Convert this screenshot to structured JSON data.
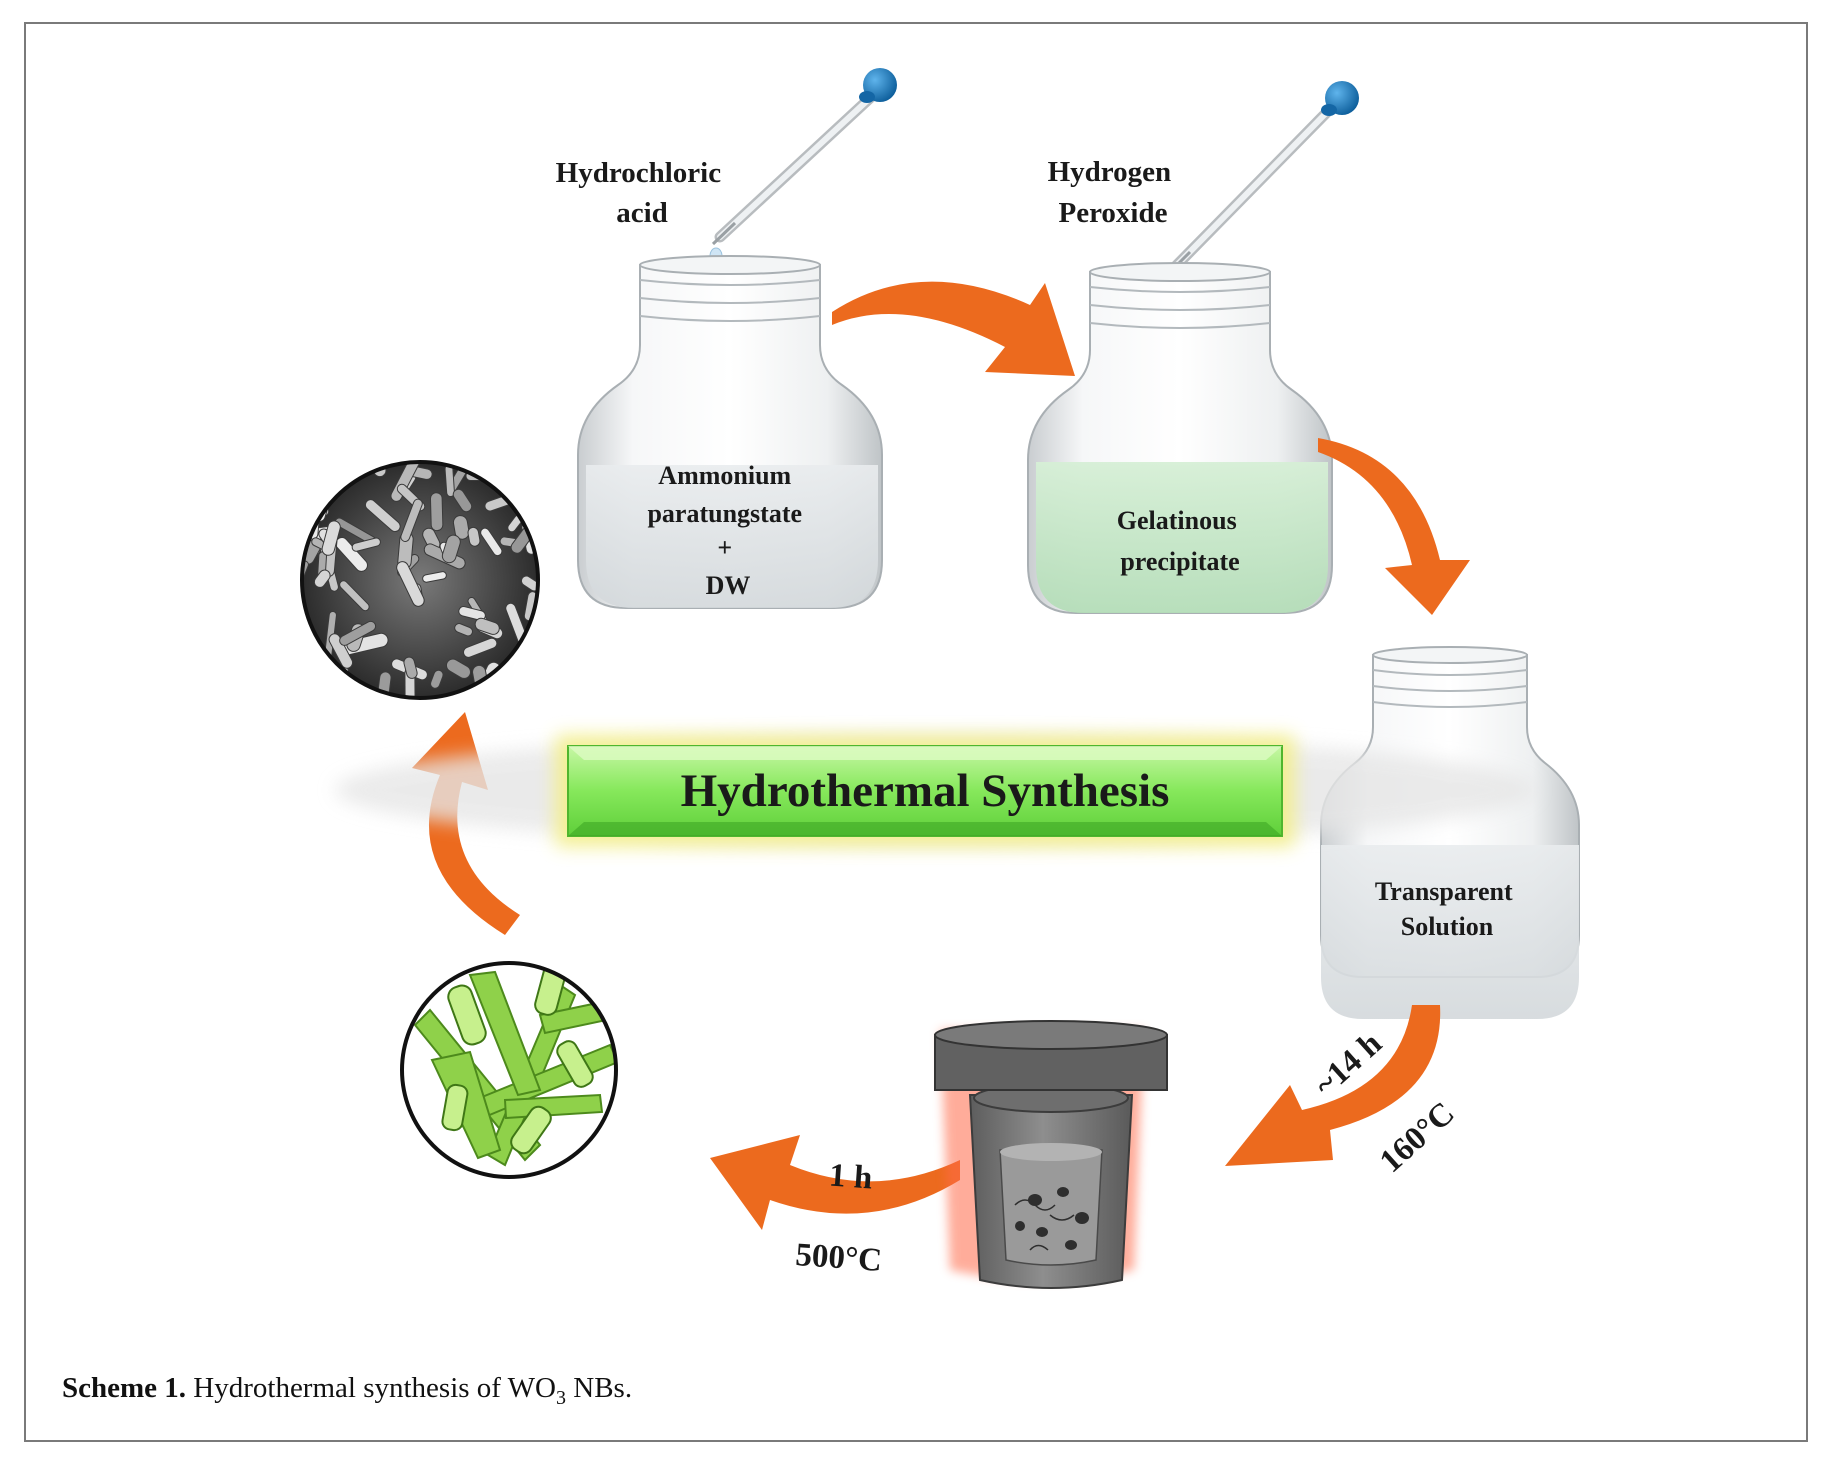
{
  "reagents": {
    "first": [
      "Hydrochloric",
      "acid"
    ],
    "second": [
      "Hydrogen",
      "Peroxide"
    ]
  },
  "jars": {
    "jar1": [
      "Ammonium",
      "paratungstate",
      "+",
      "DW"
    ],
    "jar2": [
      "Gelatinous",
      "precipitate"
    ],
    "jar3": [
      "Transparent",
      "Solution"
    ]
  },
  "title": "Hydrothermal Synthesis",
  "conditions": {
    "autoclave_time": "~14 h",
    "autoclave_temp": "160°C",
    "annealing_time": "1 h",
    "annealing_temp": "500°C"
  },
  "caption": {
    "label": "Scheme 1.",
    "text_before": "Hydrothermal synthesis of WO",
    "subscript": "3",
    "text_after": " NBs."
  },
  "colors": {
    "arrow": "#ec6a1e",
    "banner_green": "#7ee653",
    "banner_glow": "#f4f08a",
    "gel_green": "#c8e8c8",
    "nanorod_green": "#86c540",
    "pipette_bulb": "#1a7fc4"
  },
  "icons": [
    "pipette-icon",
    "glass-jar-icon",
    "autoclave-icon",
    "sem-image-icon",
    "nanobar-model-icon",
    "process-arrow-icon"
  ]
}
